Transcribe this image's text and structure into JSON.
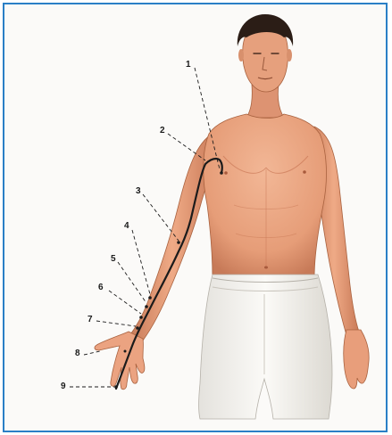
{
  "diagram": {
    "labels": [
      "1",
      "2",
      "3",
      "4",
      "5",
      "6",
      "7",
      "8",
      "9"
    ]
  },
  "colors": {
    "frame": "#2a7fc6",
    "skin": "#e9a27e",
    "skin_shadow": "#c97856",
    "hair": "#2b1d16",
    "shorts": "#f4f2ee",
    "meridian": "#1b1b1b"
  }
}
